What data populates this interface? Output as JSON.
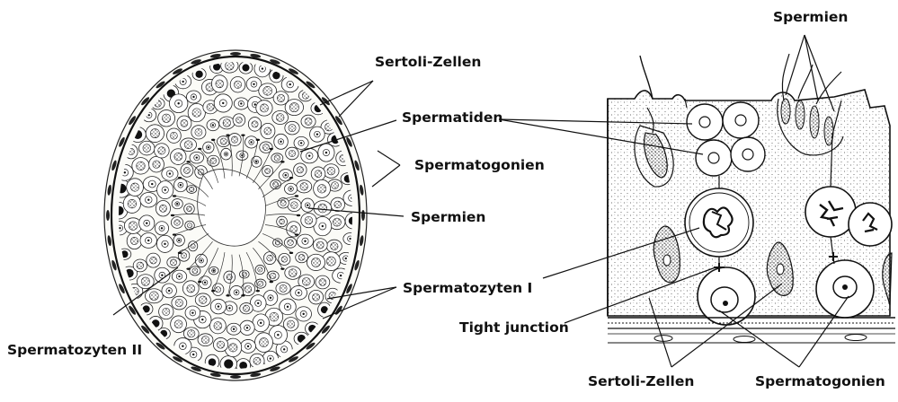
{
  "labels": {
    "left": {
      "sertoli": "Sertoli-Zellen",
      "spermatiden": "Spermatiden",
      "spermatogonien": "Spermatogonien",
      "spermien": "Spermien",
      "spermatozyten_1": "Spermatozyten I",
      "spermatozyten_2": "Spermatozyten II"
    },
    "right": {
      "spermien": "Spermien",
      "tight_junction": "Tight junction",
      "sertoli": "Sertoli-Zellen",
      "spermatogonien": "Spermatogonien"
    }
  },
  "colors": {
    "ink": "#111111",
    "paper": "#ffffff",
    "stipple": "#444444"
  }
}
